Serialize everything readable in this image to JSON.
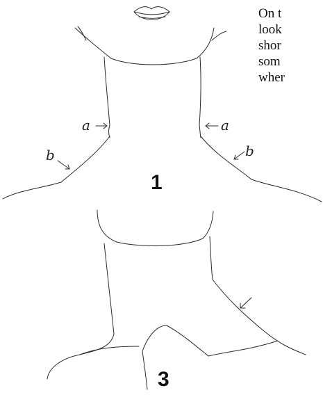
{
  "side_text": [
    "On t",
    "look",
    "shor",
    "som",
    "wher"
  ],
  "figure_1": {
    "number": "1",
    "label_a_left": "a",
    "label_a_right": "a",
    "label_b_left": "b",
    "label_b_right": "b"
  },
  "figure_3": {
    "number": "3"
  }
}
